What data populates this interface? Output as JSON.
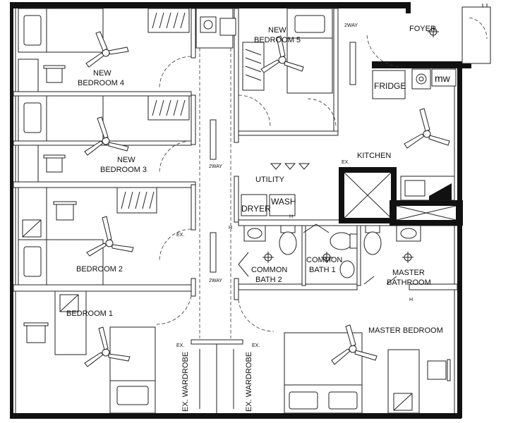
{
  "rooms": {
    "new_bedroom_5": [
      "NEW",
      "BEDROOM 5"
    ],
    "new_bedroom_4": [
      "NEW",
      "BEDROOM 4"
    ],
    "new_bedroom_3": [
      "NEW",
      "BEDROOM 3"
    ],
    "bedroom_2": "BEDROOM 2",
    "bedroom_1": "BEDROOM 1",
    "foyer": "FOYER",
    "kitchen": "KITCHEN",
    "utility": "UTILITY",
    "common_bath_1": [
      "COMMON",
      "BATH 1"
    ],
    "common_bath_2": [
      "COMMON",
      "BATH 2"
    ],
    "master_bathroom": [
      "MASTER",
      "BATHROOM"
    ],
    "master_bedroom": "MASTER BEDROOM"
  },
  "appliances": {
    "fridge": "FRIDGE",
    "microwave": "mw",
    "dryer": "DRYER",
    "wash": "WASH"
  },
  "symbols": {
    "two_way": "2WAY",
    "ex": "EX.",
    "heater": "H",
    "ex_wardrobe": "EX. WARDROBE"
  }
}
